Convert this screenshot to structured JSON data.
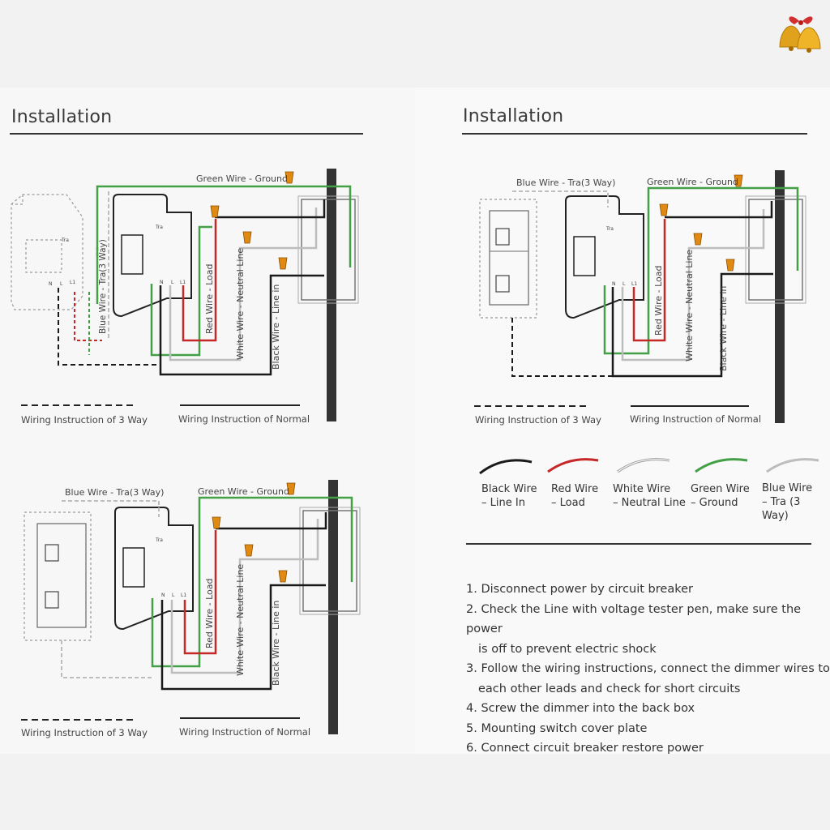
{
  "logo": {
    "icon": "bells-icon"
  },
  "panels": [
    {
      "title": "Installation"
    },
    {
      "title": "Installation"
    }
  ],
  "labels": {
    "green_ground": "Green Wire - Ground",
    "blue_tra_space": "Blue Wire - Tra(3 Way)",
    "blue_tra": "Blue Wire - Tra(3 Way)",
    "red_load": "Red Wire - Load",
    "white_neutral": "White Wire - Neutral Line",
    "black_line": "Black Wire - Line in",
    "terminals": {
      "n": "N",
      "l": "L",
      "l1": "L1",
      "tra": "Tra"
    }
  },
  "captions": {
    "three_way": "Wiring Instruction of 3 Way",
    "normal": "Wiring Instruction of Normal"
  },
  "legend": [
    {
      "line1": "Black Wire",
      "line2": "– Line In",
      "color": "#1a1a1a"
    },
    {
      "line1": "Red Wire",
      "line2": "– Load",
      "color": "#c62828"
    },
    {
      "line1": "White Wire",
      "line2": "– Neutral Line",
      "color": "#bdbdbd"
    },
    {
      "line1": "Green Wire",
      "line2": "– Ground",
      "color": "#43a047"
    },
    {
      "line1": "Blue Wire",
      "line2": "– Tra (3 Way)",
      "color": "#bdbdbd"
    }
  ],
  "steps": [
    "1. Disconnect power by circuit breaker",
    "2. Check the Line with voltage tester pen, make sure the power",
    "is off to prevent electric shock",
    "3. Follow the wiring instructions, connect the dimmer wires to",
    "each other leads and check for short circuits",
    "4. Screw the dimmer into the back box",
    "5. Mounting switch cover plate",
    "6. Connect circuit breaker restore power"
  ]
}
